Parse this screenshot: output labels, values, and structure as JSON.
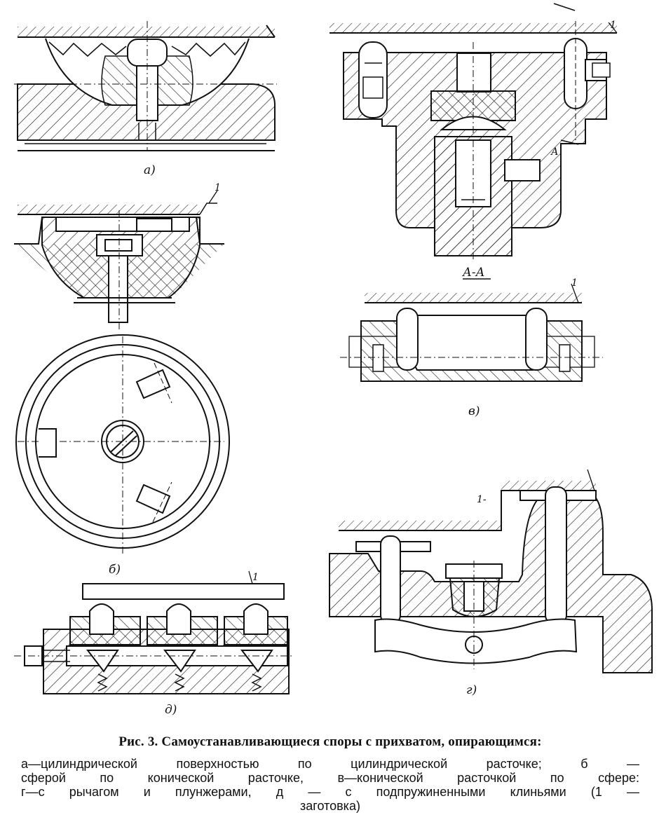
{
  "figure": {
    "labels": {
      "a": "а)",
      "b": "б)",
      "v": "в)",
      "g": "г)",
      "d": "д)",
      "section": "А-А",
      "arrow_a": "А",
      "part_top_b": "1",
      "part_top_v": "1",
      "part_section": "1",
      "part_g": "1-",
      "part_d": "1"
    }
  },
  "caption": {
    "title": "Рис. 3. Самоустанавливающиеся споры с прихватом, опирающимся:",
    "line1": "а—цилиндрической поверхностью по цилиндрической расточке; б —",
    "line2": "сферой по конической расточке, в—конической расточкой по сфере:",
    "line3": "г—с рычагом и плунжерами, д — с подпружиненными клиньями (1 —",
    "line4": "заготовка)"
  }
}
